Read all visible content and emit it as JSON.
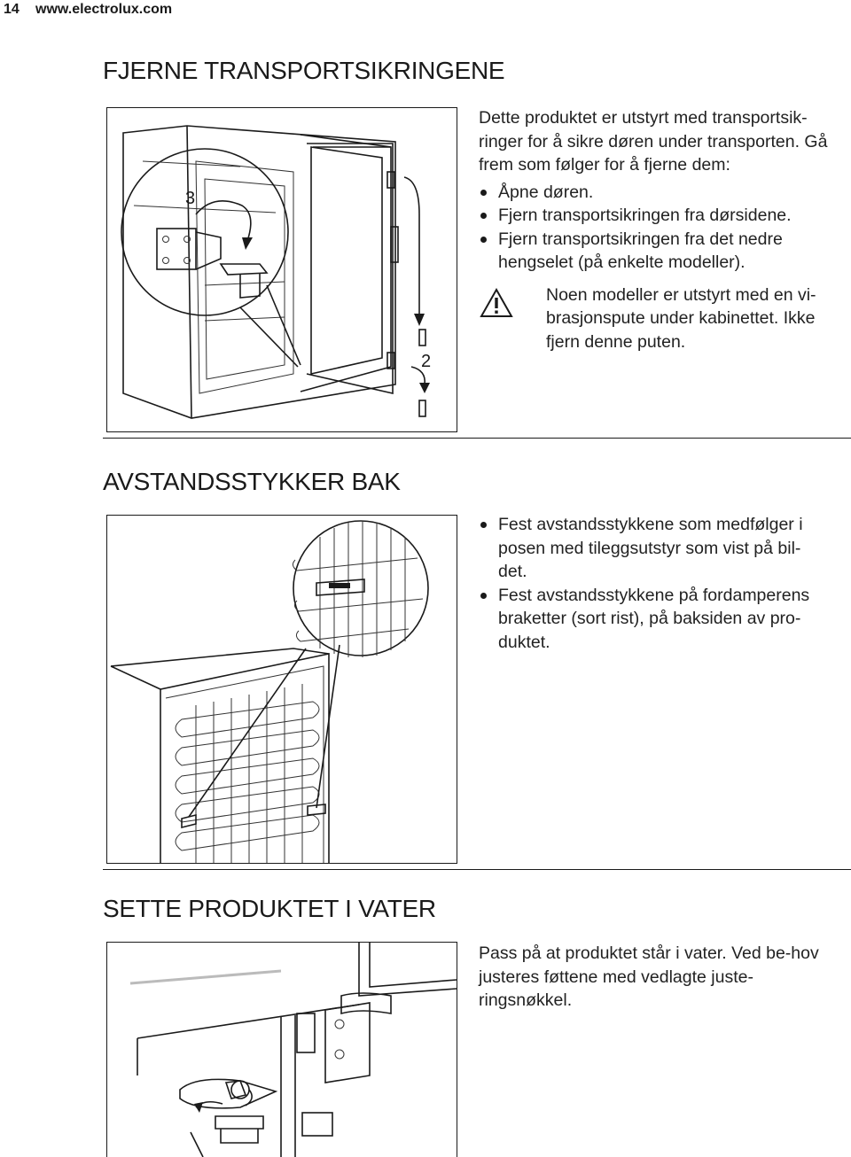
{
  "header": {
    "page_number": "14",
    "url": "www.electrolux.com"
  },
  "section1": {
    "title": "FJERNE TRANSPORTSIKRINGENE",
    "intro": "Dette produktet er utstyrt med transportsik-ringer for å sikre døren under transporten. Gå frem som følger for å fjerne dem:",
    "bullets": [
      "Åpne døren.",
      "Fjern transportsikringen fra dørsidene.",
      "Fjern transportsikringen fra det nedre hengselet (på enkelte modeller)."
    ],
    "warning": "Noen modeller er utstyrt med en vi-brasjonspute under kabinettet. Ikke fjern denne puten.",
    "figure_labels": {
      "callout_3": "3",
      "callout_2": "2"
    }
  },
  "section2": {
    "title": "AVSTANDSSTYKKER BAK",
    "bullets": [
      "Fest avstandsstykkene som medfølger i posen med tileggsutstyr som vist på bil-det.",
      "Fest avstandsstykkene på fordamperens braketter (sort rist), på baksiden av pro-duktet."
    ]
  },
  "section3": {
    "title": "SETTE PRODUKTET I VATER",
    "text": "Pass på at produktet står i vater. Ved be-hov justeres føttene med vedlagte juste-ringsnøkkel."
  },
  "icons": {
    "warning": "warning-triangle-icon"
  }
}
